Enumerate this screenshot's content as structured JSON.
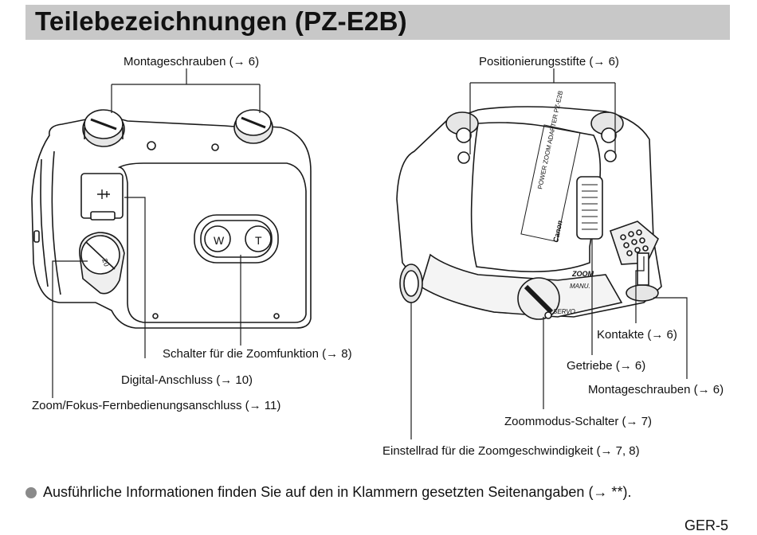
{
  "title": "Teilebezeichnungen (PZ-E2B)",
  "left_view": {
    "labels": {
      "mounting_screws": "Montageschrauben (→ 6)",
      "zoom_switch": "Schalter für die Zoomfunktion (→ 8)",
      "digital_port": "Digital-Anschluss (→ 10)",
      "remote_port": "Zoom/Fokus-Fernbedienungsanschluss (→ 11)"
    },
    "device_text": {
      "w_button": "W",
      "t_button": "T",
      "cap_text": "20"
    }
  },
  "right_view": {
    "labels": {
      "positioning_pins": "Positionierungsstifte (→ 6)",
      "contacts": "Kontakte (→ 6)",
      "gears": "Getriebe (→ 6)",
      "mounting_screws": "Montageschrauben (→ 6)",
      "zoom_mode_switch": "Zoommodus-Schalter (→ 7)",
      "zoom_speed_dial": "Einstellrad für die Zoomgeschwindigkeit (→ 7, 8)"
    },
    "device_text": {
      "zoom": "ZOOM",
      "manu": "MANU.",
      "servo": "SERVO",
      "canon": "Canon",
      "model": "POWER ZOOM ADAPTER PZ-E2B"
    }
  },
  "note": "Ausführliche Informationen finden Sie auf den in Klammern gesetzten Seitenangaben (→ **).",
  "page_number": "GER-5"
}
